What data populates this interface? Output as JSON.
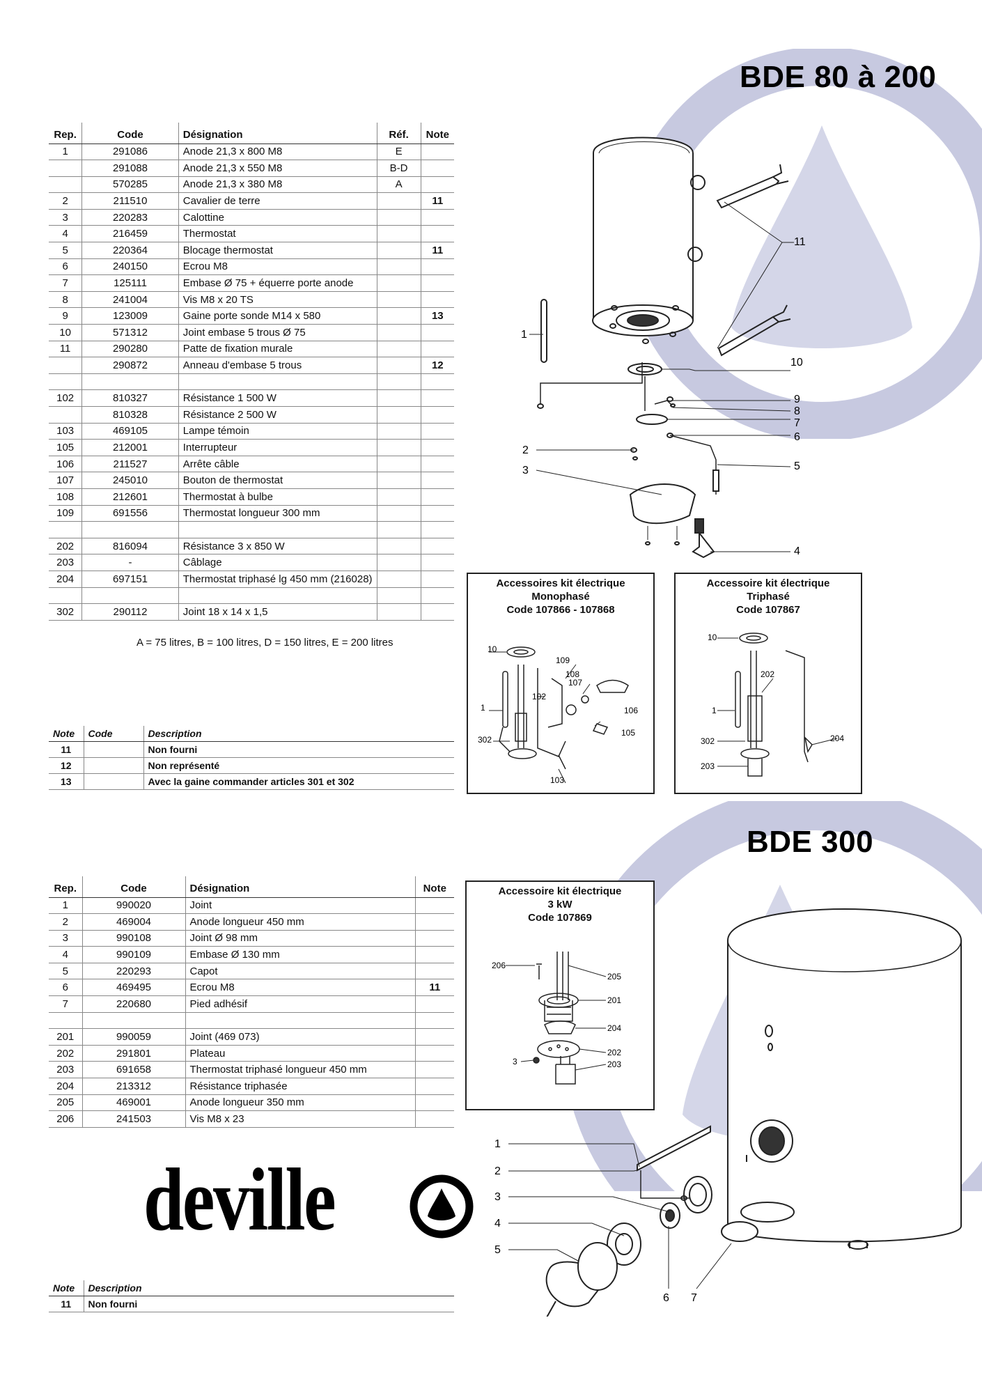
{
  "section1": {
    "title": "BDE 80 à 200",
    "headers": [
      "Rep.",
      "Code",
      "Désignation",
      "Réf.",
      "Note"
    ],
    "rows": [
      {
        "rep": "1",
        "code": "291086",
        "designation": "Anode 21,3 x 800 M8",
        "ref": "E",
        "note": ""
      },
      {
        "rep": "",
        "code": "291088",
        "designation": "Anode 21,3 x 550 M8",
        "ref": "B-D",
        "note": ""
      },
      {
        "rep": "",
        "code": "570285",
        "designation": "Anode 21,3 x 380 M8",
        "ref": "A",
        "note": ""
      },
      {
        "rep": "2",
        "code": "211510",
        "designation": "Cavalier de terre",
        "ref": "",
        "note": "11"
      },
      {
        "rep": "3",
        "code": "220283",
        "designation": "Calottine",
        "ref": "",
        "note": ""
      },
      {
        "rep": "4",
        "code": "216459",
        "designation": "Thermostat",
        "ref": "",
        "note": ""
      },
      {
        "rep": "5",
        "code": "220364",
        "designation": "Blocage thermostat",
        "ref": "",
        "note": "11"
      },
      {
        "rep": "6",
        "code": "240150",
        "designation": "Ecrou M8",
        "ref": "",
        "note": ""
      },
      {
        "rep": "7",
        "code": "125111",
        "designation": "Embase Ø 75 + équerre porte anode",
        "ref": "",
        "note": ""
      },
      {
        "rep": "8",
        "code": "241004",
        "designation": "Vis M8 x 20 TS",
        "ref": "",
        "note": ""
      },
      {
        "rep": "9",
        "code": "123009",
        "designation": "Gaine porte sonde M14 x 580",
        "ref": "",
        "note": "13"
      },
      {
        "rep": "10",
        "code": "571312",
        "designation": "Joint embase 5 trous Ø 75",
        "ref": "",
        "note": ""
      },
      {
        "rep": "11",
        "code": "290280",
        "designation": "Patte de fixation murale",
        "ref": "",
        "note": ""
      },
      {
        "rep": "",
        "code": "290872",
        "designation": "Anneau d'embase 5 trous",
        "ref": "",
        "note": "12"
      },
      {
        "rep": "",
        "code": "",
        "designation": "",
        "ref": "",
        "note": ""
      },
      {
        "rep": "102",
        "code": "810327",
        "designation": "Résistance 1 500 W",
        "ref": "",
        "note": ""
      },
      {
        "rep": "",
        "code": "810328",
        "designation": "Résistance 2 500 W",
        "ref": "",
        "note": ""
      },
      {
        "rep": "103",
        "code": "469105",
        "designation": "Lampe témoin",
        "ref": "",
        "note": ""
      },
      {
        "rep": "105",
        "code": "212001",
        "designation": "Interrupteur",
        "ref": "",
        "note": ""
      },
      {
        "rep": "106",
        "code": "211527",
        "designation": "Arrête câble",
        "ref": "",
        "note": ""
      },
      {
        "rep": "107",
        "code": "245010",
        "designation": "Bouton de thermostat",
        "ref": "",
        "note": ""
      },
      {
        "rep": "108",
        "code": "212601",
        "designation": "Thermostat à bulbe",
        "ref": "",
        "note": ""
      },
      {
        "rep": "109",
        "code": "691556",
        "designation": "Thermostat longueur 300 mm",
        "ref": "",
        "note": ""
      },
      {
        "rep": "",
        "code": "",
        "designation": "",
        "ref": "",
        "note": ""
      },
      {
        "rep": "202",
        "code": "816094",
        "designation": "Résistance 3 x 850 W",
        "ref": "",
        "note": ""
      },
      {
        "rep": "203",
        "code": "-",
        "designation": "Câblage",
        "ref": "",
        "note": ""
      },
      {
        "rep": "204",
        "code": "697151",
        "designation": "Thermostat triphasé lg 450 mm (216028)",
        "ref": "",
        "note": ""
      },
      {
        "rep": "",
        "code": "",
        "designation": "",
        "ref": "",
        "note": ""
      },
      {
        "rep": "302",
        "code": "290112",
        "designation": "Joint 18 x 14 x 1,5",
        "ref": "",
        "note": ""
      }
    ],
    "legend": "A = 75 litres, B = 100 litres, D = 150 litres, E = 200 litres",
    "notes_headers": [
      "Note",
      "Code",
      "Description"
    ],
    "notes": [
      {
        "note": "11",
        "code": "",
        "description": "Non fourni"
      },
      {
        "note": "12",
        "code": "",
        "description": "Non représenté"
      },
      {
        "note": "13",
        "code": "",
        "description": "Avec la gaine commander articles 301 et 302"
      }
    ],
    "diagram_labels": [
      "1",
      "2",
      "3",
      "4",
      "5",
      "6",
      "7",
      "8",
      "9",
      "10",
      "11"
    ],
    "kit_mono": {
      "title_line1": "Accessoires kit électrique",
      "title_line2": "Monophasé",
      "title_line3": "Code 107866 - 107868",
      "labels": [
        "10",
        "109",
        "108",
        "107",
        "1",
        "102",
        "106",
        "302",
        "105",
        "103"
      ]
    },
    "kit_tri": {
      "title_line1": "Accessoire kit électrique",
      "title_line2": "Triphasé",
      "title_line3": "Code 107867",
      "labels": [
        "10",
        "202",
        "1",
        "302",
        "204",
        "203"
      ]
    }
  },
  "section2": {
    "title": "BDE 300",
    "headers": [
      "Rep.",
      "Code",
      "Désignation",
      "Note"
    ],
    "rows": [
      {
        "rep": "1",
        "code": "990020",
        "designation": "Joint",
        "note": ""
      },
      {
        "rep": "2",
        "code": "469004",
        "designation": "Anode longueur 450 mm",
        "note": ""
      },
      {
        "rep": "3",
        "code": "990108",
        "designation": "Joint Ø 98 mm",
        "note": ""
      },
      {
        "rep": "4",
        "code": "990109",
        "designation": "Embase Ø 130 mm",
        "note": ""
      },
      {
        "rep": "5",
        "code": "220293",
        "designation": "Capot",
        "note": ""
      },
      {
        "rep": "6",
        "code": "469495",
        "designation": "Ecrou M8",
        "note": "11"
      },
      {
        "rep": "7",
        "code": "220680",
        "designation": "Pied adhésif",
        "note": ""
      },
      {
        "rep": "",
        "code": "",
        "designation": "",
        "note": ""
      },
      {
        "rep": "201",
        "code": "990059",
        "designation": "Joint (469 073)",
        "note": ""
      },
      {
        "rep": "202",
        "code": "291801",
        "designation": "Plateau",
        "note": ""
      },
      {
        "rep": "203",
        "code": "691658",
        "designation": "Thermostat triphasé longueur 450 mm",
        "note": ""
      },
      {
        "rep": "204",
        "code": "213312",
        "designation": "Résistance triphasée",
        "note": ""
      },
      {
        "rep": "205",
        "code": "469001",
        "designation": "Anode longueur 350 mm",
        "note": ""
      },
      {
        "rep": "206",
        "code": "241503",
        "designation": "Vis M8 x 23",
        "note": ""
      }
    ],
    "notes_headers": [
      "Note",
      "Description"
    ],
    "notes": [
      {
        "note": "11",
        "description": "Non fourni"
      }
    ],
    "kit": {
      "title_line1": "Accessoire kit électrique",
      "title_line2": "3 kW",
      "title_line3": "Code 107869",
      "labels": [
        "206",
        "205",
        "201",
        "204",
        "202",
        "3",
        "203"
      ]
    },
    "diagram_labels": [
      "1",
      "2",
      "3",
      "4",
      "5",
      "6",
      "7"
    ]
  },
  "brand": {
    "name": "deville"
  },
  "colors": {
    "watermark": "#c7c9e0",
    "watermark_light": "#dedff0",
    "line": "#222222"
  }
}
